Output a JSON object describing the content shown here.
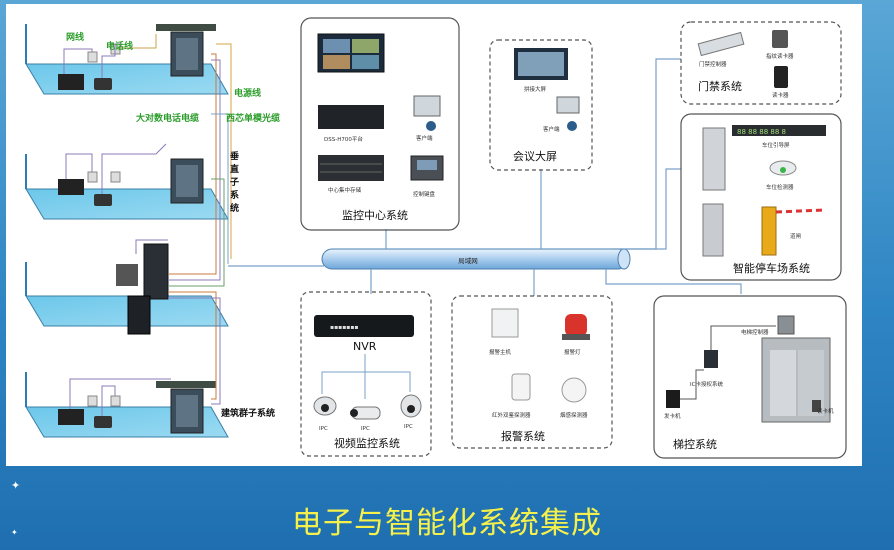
{
  "caption": "电子与智能化系统集成",
  "building": {
    "line_labels": [
      "网线",
      "电话线",
      "电源线",
      "大对数电话电缆",
      "西芯单模光缆"
    ],
    "riser_label": "垂直子系统",
    "riser_chars": [
      "垂",
      "直",
      "子",
      "系",
      "统"
    ],
    "complex_label": "建筑群子系统"
  },
  "backbone_label": "局域网",
  "monitor_center": {
    "title": "监控中心系统",
    "platform": "DSS-H700平台",
    "storage": "中心集中存储",
    "client": "客户端",
    "keyboard": "控制键盘"
  },
  "conference": {
    "title": "会议大屏",
    "screen": "拼接大屏",
    "client": "客户端"
  },
  "access_control": {
    "title": "门禁系统",
    "controller": "门禁控制器",
    "reader1": "指纹读卡器",
    "reader2": "读卡器"
  },
  "parking": {
    "title": "智能停车场系统",
    "guidance": "车位引导屏",
    "detector": "车位检测器",
    "gate": "道闸"
  },
  "video": {
    "title": "视频监控系统",
    "nvr": "NVR",
    "cams": [
      "IPC",
      "IPC",
      "IPC"
    ]
  },
  "alarm": {
    "title": "报警系统",
    "host": "报警主机",
    "light": "报警灯",
    "infrared": "红外双鉴探测器",
    "smoke": "烟感探测器"
  },
  "elevator": {
    "title": "梯控系统",
    "controller": "电梯控制器",
    "ic": "IC卡授权系统",
    "card": "发卡机",
    "reader": "读卡机"
  }
}
